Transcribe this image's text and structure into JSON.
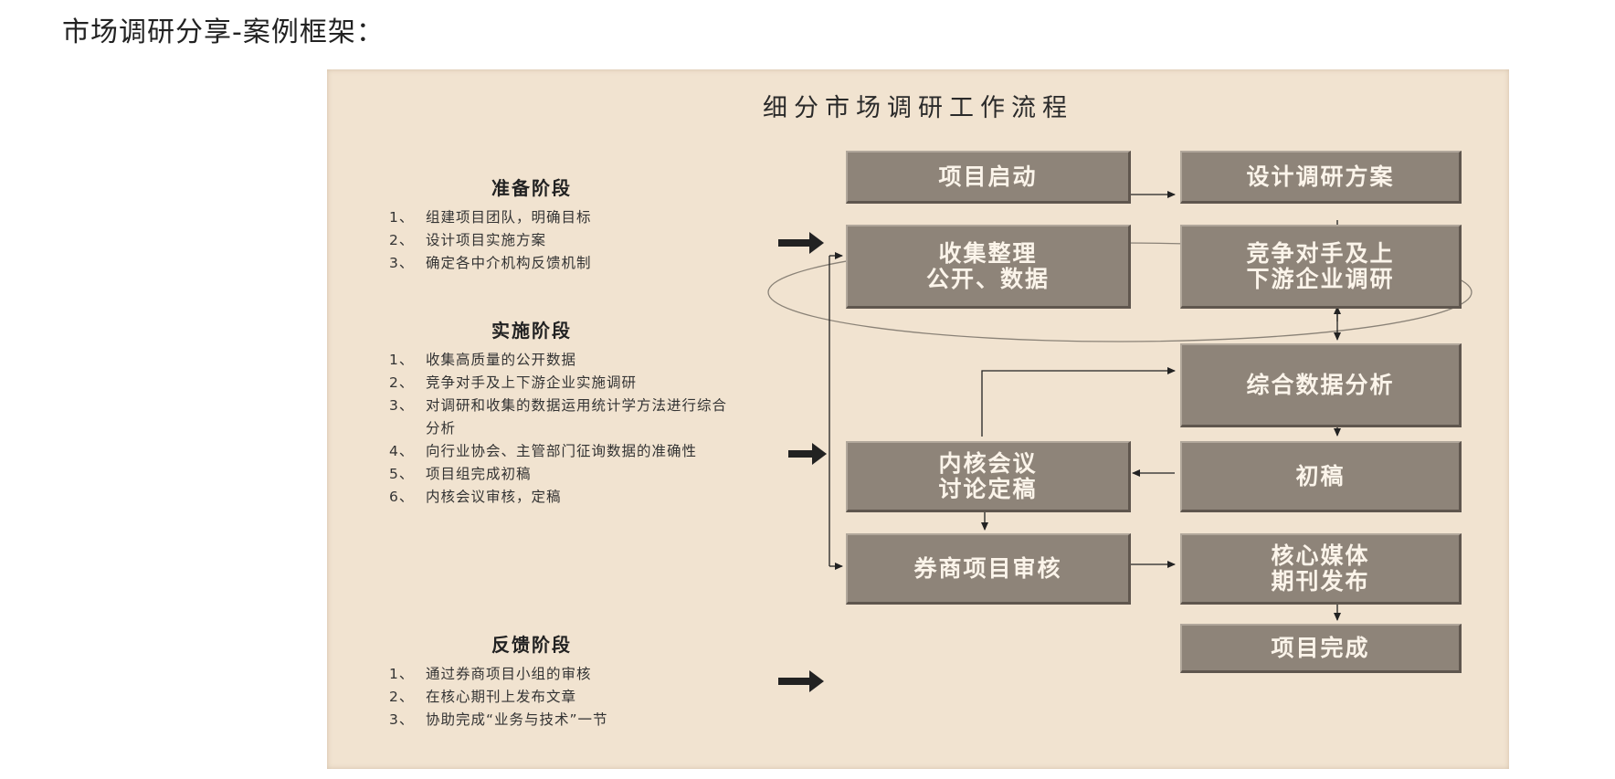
{
  "page_title": "市场调研分享-案例框架：",
  "figure": {
    "title": "细分市场调研工作流程",
    "stages": [
      {
        "title": "准备阶段",
        "items": [
          {
            "num": "1、",
            "text": "组建项目团队，明确目标"
          },
          {
            "num": "2、",
            "text": "设计项目实施方案"
          },
          {
            "num": "3、",
            "text": "确定各中介机构反馈机制"
          }
        ]
      },
      {
        "title": "实施阶段",
        "items": [
          {
            "num": "1、",
            "text": "收集高质量的公开数据"
          },
          {
            "num": "2、",
            "text": "竞争对手及上下游企业实施调研"
          },
          {
            "num": "3、",
            "text": "对调研和收集的数据运用统计学方法进行综合分析"
          },
          {
            "num": "4、",
            "text": "向行业协会、主管部门征询数据的准确性"
          },
          {
            "num": "5、",
            "text": "项目组完成初稿"
          },
          {
            "num": "6、",
            "text": "内核会议审核，定稿"
          }
        ]
      },
      {
        "title": "反馈阶段",
        "items": [
          {
            "num": "1、",
            "text": "通过券商项目小组的审核"
          },
          {
            "num": "2、",
            "text": "在核心期刊上发布文章"
          },
          {
            "num": "3、",
            "text": "协助完成“业务与技术”一节"
          }
        ]
      }
    ],
    "boxes": {
      "project_start": "项目启动",
      "design_plan": "设计调研方案",
      "collect_public_data": "收集整理\n公开、数据",
      "competitor_research": "竞争对手及上\n下游企业调研",
      "comprehensive_analysis": "综合数据分析",
      "draft": "初稿",
      "internal_review": "内核会议\n讨论定稿",
      "broker_review": "券商项目审核",
      "media_publish": "核心媒体\n期刊发布",
      "project_complete": "项目完成"
    }
  }
}
